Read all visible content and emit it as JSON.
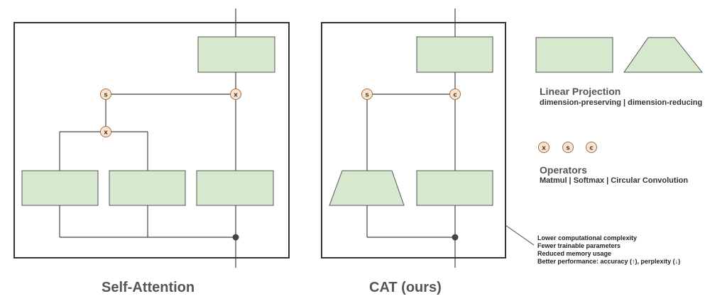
{
  "panels": {
    "self_attention": {
      "title": "Self-Attention"
    },
    "cat": {
      "title": "CAT (ours)"
    }
  },
  "operators": {
    "matmul": "x",
    "softmax": "s",
    "conv": "c"
  },
  "legend": {
    "linear_projection": {
      "heading": "Linear Projection",
      "subtitle": "dimension-preserving | dimension-reducing"
    },
    "operators": {
      "heading": "Operators",
      "subtitle": "Matmul | Softmax | Circular Convolution"
    }
  },
  "benefits": [
    "Lower computational complexity",
    "Fewer trainable parameters",
    "Reduced memory usage",
    "Better performance: accuracy (↑), perplexity (↓)"
  ],
  "colors": {
    "block_fill": "#d6e8cd",
    "block_stroke": "#555555",
    "operator_fill": "#fbe3cc",
    "operator_stroke": "#a07050",
    "frame": "#333333",
    "line": "#444444"
  }
}
